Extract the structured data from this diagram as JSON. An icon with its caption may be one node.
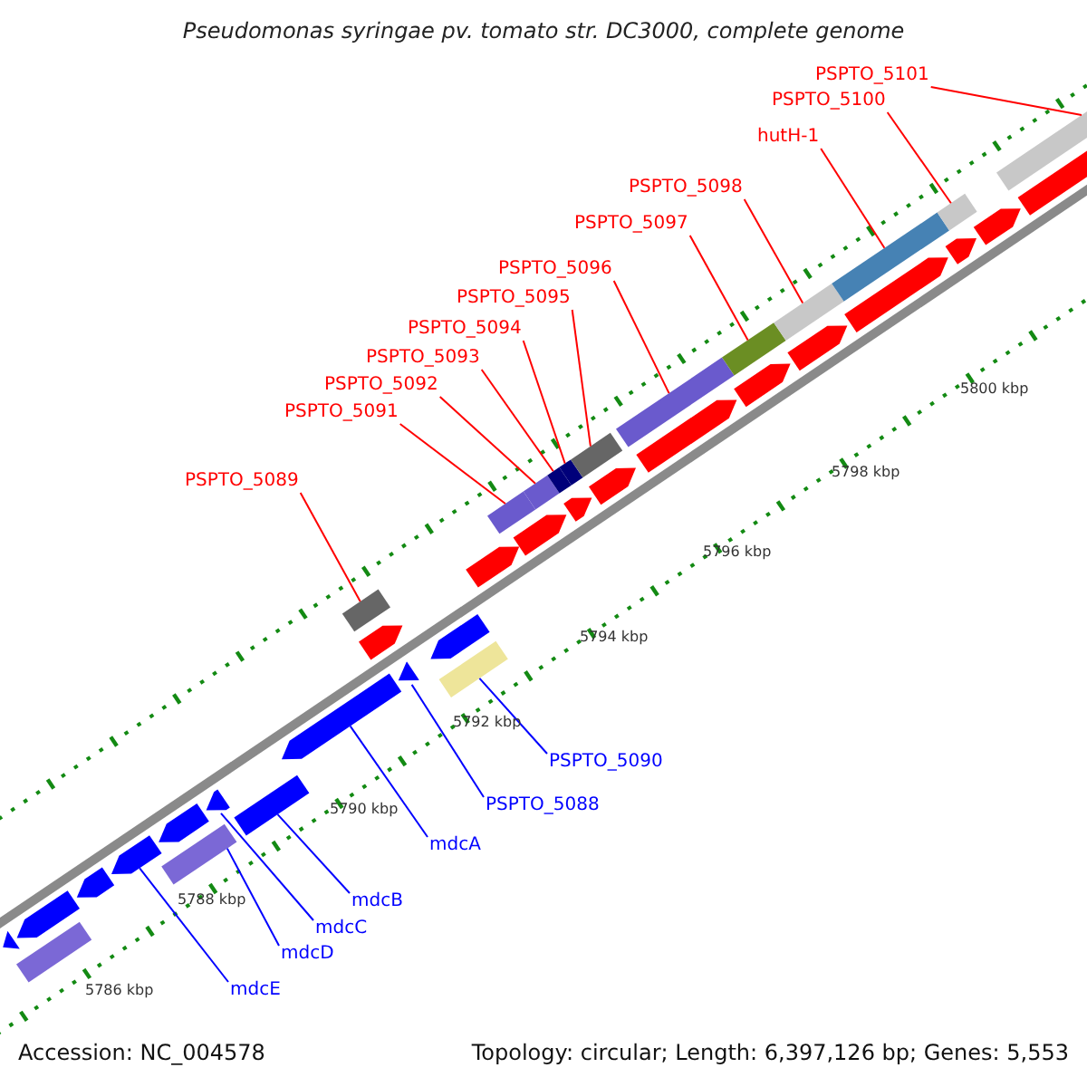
{
  "diagram": {
    "title": "Pseudomonas syringae pv. tomato str. DC3000, complete genome",
    "nodes": [
      {
        "text": [
          "PSPTO_5101"
        ]
      },
      {
        "text": [
          "PSPTO_5100"
        ]
      },
      {
        "text": [
          "hutH-1"
        ]
      },
      {
        "text": [
          "PSPTO_5098"
        ]
      },
      {
        "text": [
          "PSPTO_5097"
        ]
      },
      {
        "text": [
          "PSPTO_5096"
        ]
      },
      {
        "text": [
          "PSPTO_5095"
        ]
      },
      {
        "text": [
          "PSPTO_5094"
        ]
      },
      {
        "text": [
          "PSPTO_5093"
        ]
      },
      {
        "text": [
          "PSPTO_5092"
        ]
      },
      {
        "text": [
          "PSPTO_5091"
        ]
      },
      {
        "text": [
          "PSPTO_5089"
        ]
      },
      {
        "text": [
          "PSPTO_5090"
        ]
      },
      {
        "text": [
          "PSPTO_5088"
        ]
      },
      {
        "text": [
          "mdcA"
        ]
      },
      {
        "text": [
          "mdcB"
        ]
      },
      {
        "text": [
          "mdcC"
        ]
      },
      {
        "text": [
          "mdcD"
        ]
      },
      {
        "text": [
          "mdcE"
        ]
      },
      {
        "text": [],
        "shape": "arrow"
      },
      {
        "text": [],
        "shape": "bar"
      },
      {
        "text": [],
        "shape": "arrow"
      },
      {
        "text": [],
        "shape": "arrow"
      },
      {
        "text": [],
        "shape": "arrow"
      },
      {
        "text": [],
        "shape": "bar"
      },
      {
        "text": [],
        "shape": "arrow"
      },
      {
        "text": [],
        "shape": "arrow"
      },
      {
        "text": [],
        "shape": "bar"
      },
      {
        "text": [],
        "shape": "arrow"
      },
      {
        "text": [],
        "shape": "arrow"
      },
      {
        "text": [],
        "shape": "bar"
      },
      {
        "text": [],
        "shape": "arrow"
      },
      {
        "text": [],
        "shape": "bar"
      },
      {
        "text": [],
        "shape": "arrow"
      },
      {
        "text": [],
        "shape": "arrow"
      },
      {
        "text": [],
        "shape": "bar"
      },
      {
        "text": [],
        "shape": "arrow"
      },
      {
        "text": [],
        "shape": "bar"
      },
      {
        "text": [],
        "shape": "arrow"
      },
      {
        "text": [],
        "shape": "bar"
      },
      {
        "text": [],
        "shape": "bar"
      },
      {
        "text": [],
        "shape": "arrow"
      },
      {
        "text": [],
        "shape": "bar"
      },
      {
        "text": [],
        "shape": "bar"
      },
      {
        "text": [],
        "shape": "arrow"
      },
      {
        "text": [],
        "shape": "arrow"
      },
      {
        "text": [],
        "shape": "bar"
      },
      {
        "text": [],
        "shape": "arrow"
      },
      {
        "text": [],
        "shape": "bar"
      },
      {
        "text": [],
        "shape": "arrow"
      },
      {
        "text": [],
        "shape": "bar"
      },
      {
        "text": [],
        "shape": "arrow"
      },
      {
        "text": [],
        "shape": "bar"
      },
      {
        "text": [],
        "shape": "arrow"
      },
      {
        "text": [],
        "shape": "bar"
      },
      {
        "text": [],
        "shape": "arrow"
      }
    ],
    "edges": [
      {
        "from": 0,
        "to": 54,
        "arrow": "none"
      },
      {
        "from": 1,
        "to": 52,
        "arrow": "none"
      },
      {
        "from": 2,
        "to": 50,
        "arrow": "none"
      },
      {
        "from": 3,
        "to": 48,
        "arrow": "none"
      },
      {
        "from": 4,
        "to": 46,
        "arrow": "none"
      },
      {
        "from": 5,
        "to": 43,
        "arrow": "none"
      },
      {
        "from": 6,
        "to": 42,
        "arrow": "none"
      },
      {
        "from": 7,
        "to": 40,
        "arrow": "none"
      },
      {
        "from": 8,
        "to": 39,
        "arrow": "none"
      },
      {
        "from": 9,
        "to": 37,
        "arrow": "none"
      },
      {
        "from": 10,
        "to": 35,
        "arrow": "none"
      },
      {
        "from": 11,
        "to": 30,
        "arrow": "none"
      },
      {
        "from": 12,
        "to": 32,
        "arrow": "none",
        "color": "#0000ff"
      },
      {
        "from": 13,
        "to": 31,
        "arrow": "none",
        "color": "#0000ff"
      },
      {
        "from": 14,
        "to": 28,
        "arrow": "none",
        "color": "#0000ff"
      },
      {
        "from": 15,
        "to": 27,
        "arrow": "none",
        "color": "#0000ff"
      },
      {
        "from": 16,
        "to": 26,
        "arrow": "none",
        "color": "#0000ff"
      },
      {
        "from": 17,
        "to": 24,
        "arrow": "none",
        "color": "#0000ff"
      },
      {
        "from": 18,
        "to": 23,
        "arrow": "none",
        "color": "#0000ff"
      }
    ],
    "labels": [
      "5800 kbp",
      "5798 kbp",
      "5796 kbp",
      "5794 kbp",
      "5792 kbp",
      "5790 kbp",
      "5788 kbp",
      "5786 kbp",
      "Accession: NC_004578",
      "Topology: circular; Length: 6,397,126 bp; Genes: 5,553"
    ]
  }
}
